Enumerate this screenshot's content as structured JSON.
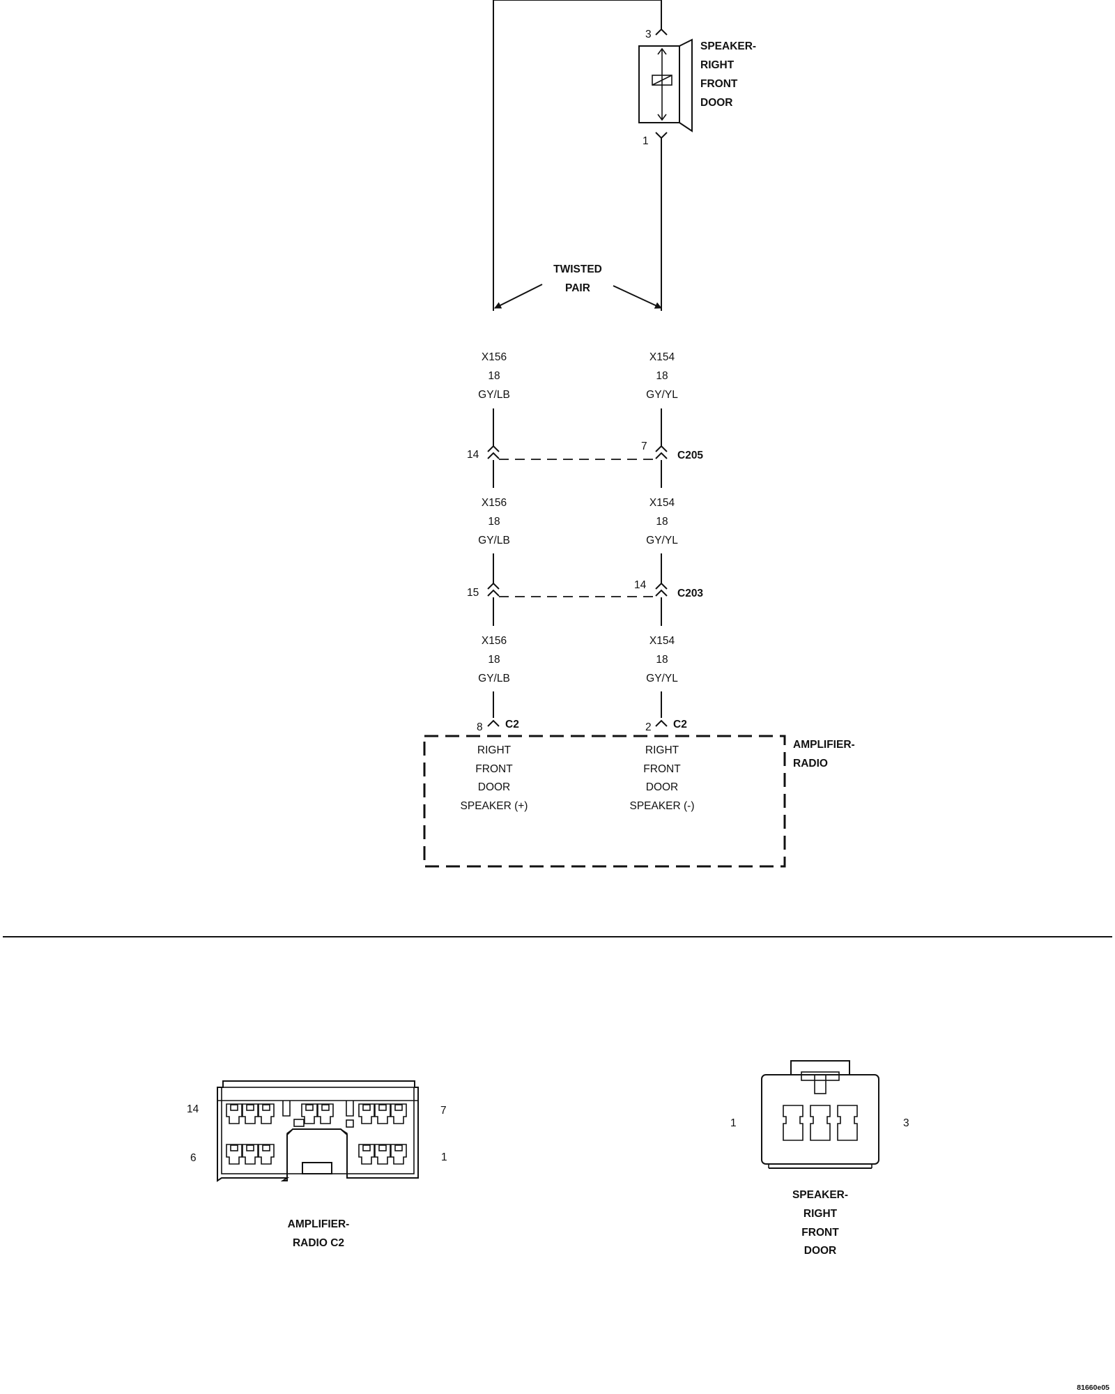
{
  "speaker": {
    "name_lines": [
      "SPEAKER-",
      "RIGHT",
      "FRONT",
      "DOOR"
    ],
    "pin_top": "3",
    "pin_bottom": "1"
  },
  "twisted_pair": {
    "lines": [
      "TWISTED",
      "PAIR"
    ]
  },
  "left_circuit": {
    "seg1": [
      "X156",
      "18",
      "GY/LB"
    ],
    "seg2": [
      "X156",
      "18",
      "GY/LB"
    ],
    "seg3": [
      "X156",
      "18",
      "GY/LB"
    ]
  },
  "right_circuit": {
    "seg1": [
      "X154",
      "18",
      "GY/YL"
    ],
    "seg2": [
      "X154",
      "18",
      "GY/YL"
    ],
    "seg3": [
      "X154",
      "18",
      "GY/YL"
    ]
  },
  "connectors": {
    "c205": {
      "name": "C205",
      "left_pin": "14",
      "right_pin": "7"
    },
    "c203": {
      "name": "C203",
      "left_pin": "15",
      "right_pin": "14"
    },
    "c2_left": {
      "name": "C2",
      "pin": "8"
    },
    "c2_right": {
      "name": "C2",
      "pin": "2"
    }
  },
  "amplifier": {
    "name_lines": [
      "AMPLIFIER-",
      "RADIO"
    ],
    "left_func": [
      "RIGHT",
      "FRONT",
      "DOOR",
      "SPEAKER (+)"
    ],
    "right_func": [
      "RIGHT",
      "FRONT",
      "DOOR",
      "SPEAKER (-)"
    ]
  },
  "connector_views": {
    "amp_c2": {
      "title_lines": [
        "AMPLIFIER-",
        "RADIO C2"
      ],
      "pin_tl": "14",
      "pin_tr": "7",
      "pin_bl": "6",
      "pin_br": "1"
    },
    "speaker": {
      "title_lines": [
        "SPEAKER-",
        "RIGHT",
        "FRONT",
        "DOOR"
      ],
      "pin_left": "1",
      "pin_right": "3"
    }
  },
  "figure_id": "81660e05"
}
